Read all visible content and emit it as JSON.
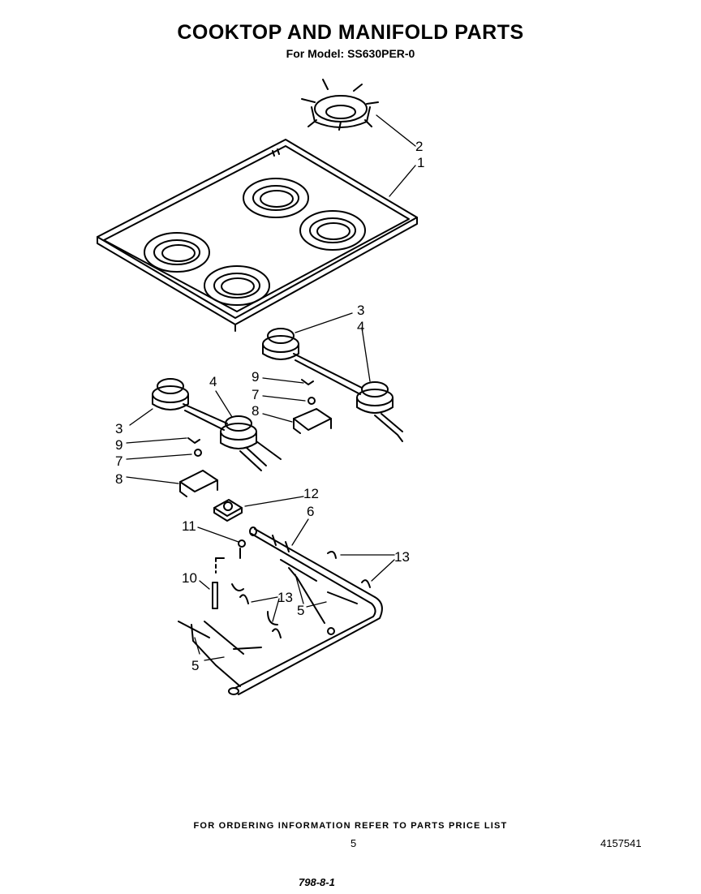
{
  "header": {
    "title": "COOKTOP AND MANIFOLD PARTS",
    "model": "For Model: SS630PER-0"
  },
  "callouts": {
    "c1": "1",
    "c2": "2",
    "c3a": "3",
    "c4a": "4",
    "c9a": "9",
    "c7a": "7",
    "c8a": "8",
    "c4b": "4",
    "c3b": "3",
    "c9b": "9",
    "c7b": "7",
    "c8b": "8",
    "c12": "12",
    "c6": "6",
    "c11": "11",
    "c13a": "13",
    "c10": "10",
    "c13b": "13",
    "c5a": "5",
    "c5b": "5"
  },
  "footer": {
    "ordering_note": "FOR ORDERING INFORMATION REFER TO PARTS PRICE LIST",
    "page_number": "5",
    "part_number": "4157541",
    "handwritten": "798-8-1"
  }
}
